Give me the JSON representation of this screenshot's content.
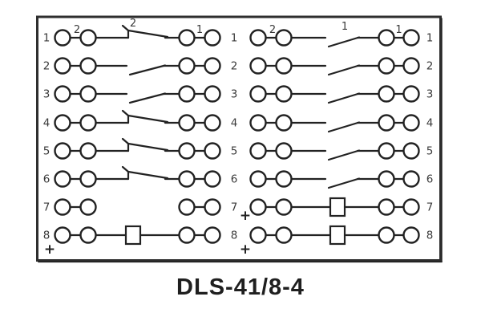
{
  "title": "DLS-41/8-4",
  "colors": {
    "background": "#ffffff",
    "line": "#222222",
    "number": "#3a3a3a",
    "border": "#2e2e2e"
  },
  "diagram": {
    "description": "relay-rear-terminal-wiring-diagram",
    "row_numbers": {
      "left": [
        "1",
        "2",
        "3",
        "4",
        "5",
        "6",
        "7",
        "8"
      ],
      "middle": [
        "1",
        "2",
        "3",
        "4",
        "5",
        "6",
        "7",
        "8"
      ],
      "right": [
        "1",
        "2",
        "3",
        "4",
        "5",
        "6",
        "7",
        "8"
      ]
    },
    "blocks": [
      {
        "name": "left-contact-block",
        "rows": [
          {
            "row": "1",
            "contact": "nc",
            "labels": {
              "pair_left": "2",
              "switch": "2",
              "pair_right": "1"
            }
          },
          {
            "row": "2",
            "contact": "no"
          },
          {
            "row": "3",
            "contact": "no"
          },
          {
            "row": "4",
            "contact": "nc"
          },
          {
            "row": "5",
            "contact": "nc"
          },
          {
            "row": "6",
            "contact": "nc"
          },
          {
            "row": "7",
            "contact": "open"
          },
          {
            "row": "8",
            "contact": "coil",
            "plus": "+"
          }
        ]
      },
      {
        "name": "right-contact-block",
        "rows": [
          {
            "row": "1",
            "contact": "no",
            "labels": {
              "pair_left": "2",
              "switch": "1",
              "pair_right": "1"
            }
          },
          {
            "row": "2",
            "contact": "no"
          },
          {
            "row": "3",
            "contact": "no"
          },
          {
            "row": "4",
            "contact": "no"
          },
          {
            "row": "5",
            "contact": "no"
          },
          {
            "row": "6",
            "contact": "no"
          },
          {
            "row": "7",
            "contact": "coil",
            "plus": "+"
          },
          {
            "row": "8",
            "contact": "coil",
            "plus": "+"
          }
        ]
      }
    ]
  }
}
